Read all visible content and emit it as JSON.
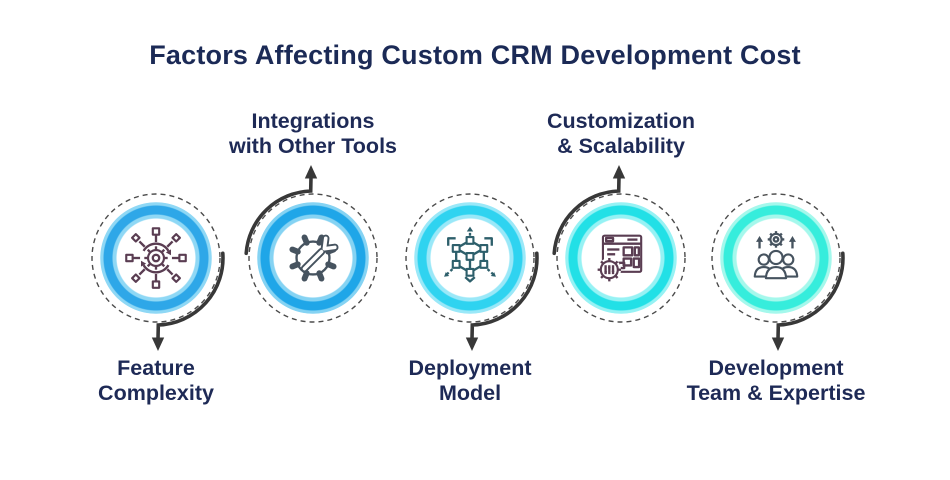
{
  "title": "Factors Affecting Custom CRM Development Cost",
  "colors": {
    "background": "#ffffff",
    "title_text": "#1b2a56",
    "label_text": "#1e2a56",
    "arrow": "#383838",
    "dashed_outline": "#4b4b4b"
  },
  "factors": [
    {
      "label": "Feature\nComplexity",
      "label_position": "below",
      "icon": "feature-complexity-icon",
      "ring_main": "#2ea7e8",
      "ring_light": "#8fd8f5",
      "icon_color": "#5a3d52"
    },
    {
      "label": "Integrations\nwith Other Tools",
      "label_position": "above",
      "icon": "integrations-gear-wrench-icon",
      "ring_main": "#1fa6e8",
      "ring_light": "#85d3f3",
      "icon_color": "#46535f"
    },
    {
      "label": "Deployment\nModel",
      "label_position": "below",
      "icon": "deployment-cube-network-icon",
      "ring_main": "#2fd3f0",
      "ring_light": "#9ae8f8",
      "icon_color": "#2d5f6b"
    },
    {
      "label": "Customization\n& Scalability",
      "label_position": "above",
      "icon": "customization-window-gear-icon",
      "ring_main": "#22e0e6",
      "ring_light": "#96f2f4",
      "icon_color": "#5a3d52"
    },
    {
      "label": "Development\nTeam & Expertise",
      "label_position": "below",
      "icon": "team-expertise-icon",
      "ring_main": "#36eddc",
      "ring_light": "#a5f8ec",
      "icon_color": "#46535f"
    }
  ]
}
